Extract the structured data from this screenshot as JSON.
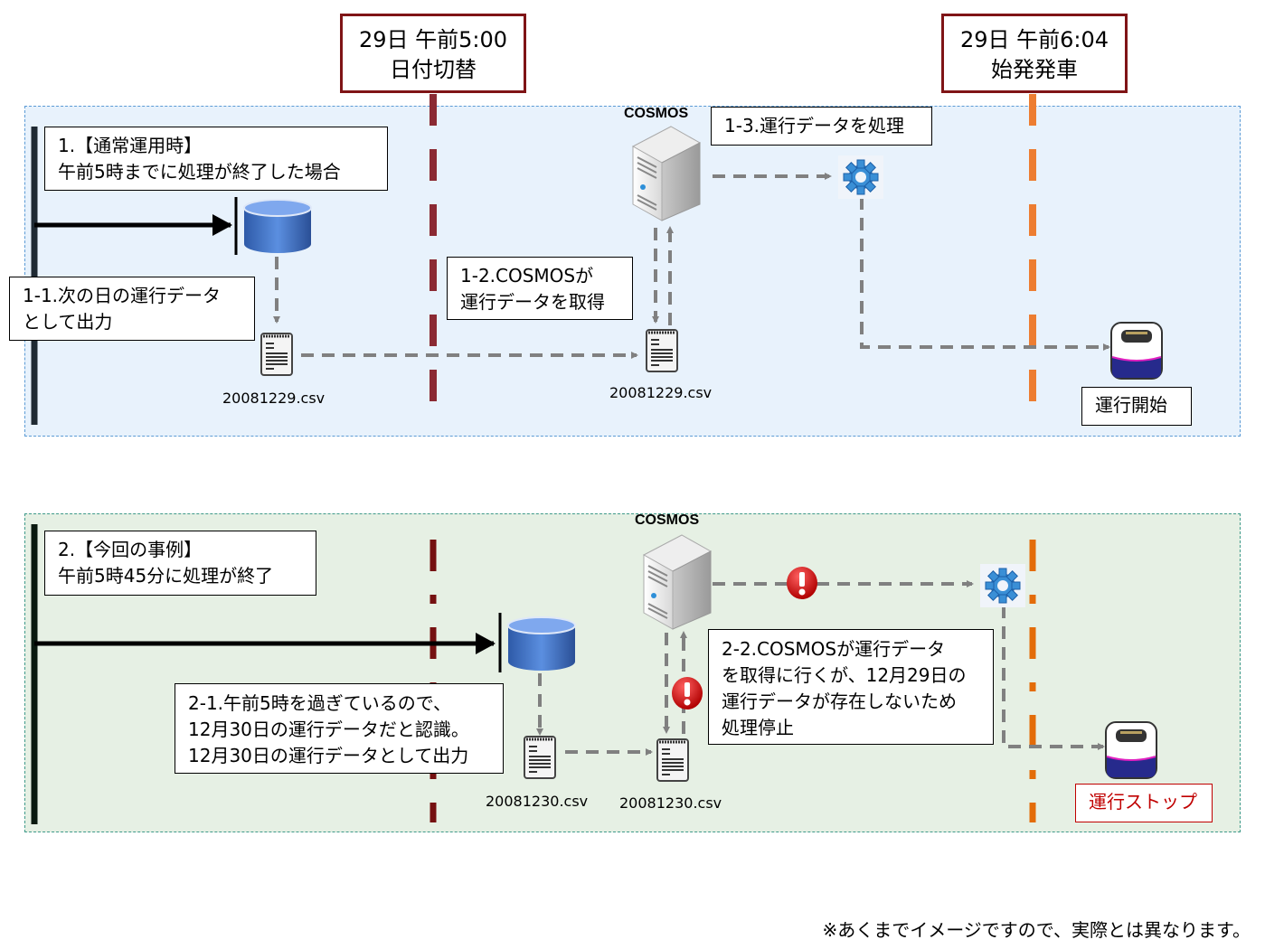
{
  "milestones": [
    {
      "date": "29日 午前5:00",
      "event": "日付切替",
      "line_color": "#7f1416"
    },
    {
      "date": "29日 午前6:04",
      "event": "始発発車",
      "line_color": "#ed7d31"
    }
  ],
  "scenario_normal": {
    "title_line1": "1.【通常運用時】",
    "title_line2": "午前5時までに処理が終了した場合",
    "step1_line1": "1-1.次の日の運行データ",
    "step1_line2": "として出力",
    "step2_line1": "1-2.COSMOSが",
    "step2_line2": "運行データを取得",
    "step3": "1-3.運行データを処理",
    "server_label": "COSMOS",
    "file_source": "20081229.csv",
    "file_cosmos": "20081229.csv",
    "result": "運行開始",
    "background": "#e8f2fc"
  },
  "scenario_case": {
    "title_line1": "2.【今回の事例】",
    "title_line2": "午前5時45分に処理が終了",
    "step1_line1": "2-1.午前5時を過ぎているので、",
    "step1_line2": "12月30日の運行データだと認識。",
    "step1_line3": "12月30日の運行データとして出力",
    "step2_line1": "2-2.COSMOSが運行データ",
    "step2_line2": "を取得に行くが、12月29日の",
    "step2_line3": "運行データが存在しないため",
    "step2_line4": "処理停止",
    "server_label": "COSMOS",
    "file_source": "20081230.csv",
    "file_cosmos": "20081230.csv",
    "result": "運行ストップ",
    "result_color": "#c00000",
    "background": "#e6f0e4"
  },
  "icons": {
    "database": "database-icon",
    "file": "csv-file-icon",
    "server": "server-icon",
    "process": "gear-icon",
    "train": "train-icon",
    "error": "error-icon"
  },
  "footer_note": "※あくまでイメージですので、実際とは異なります。"
}
